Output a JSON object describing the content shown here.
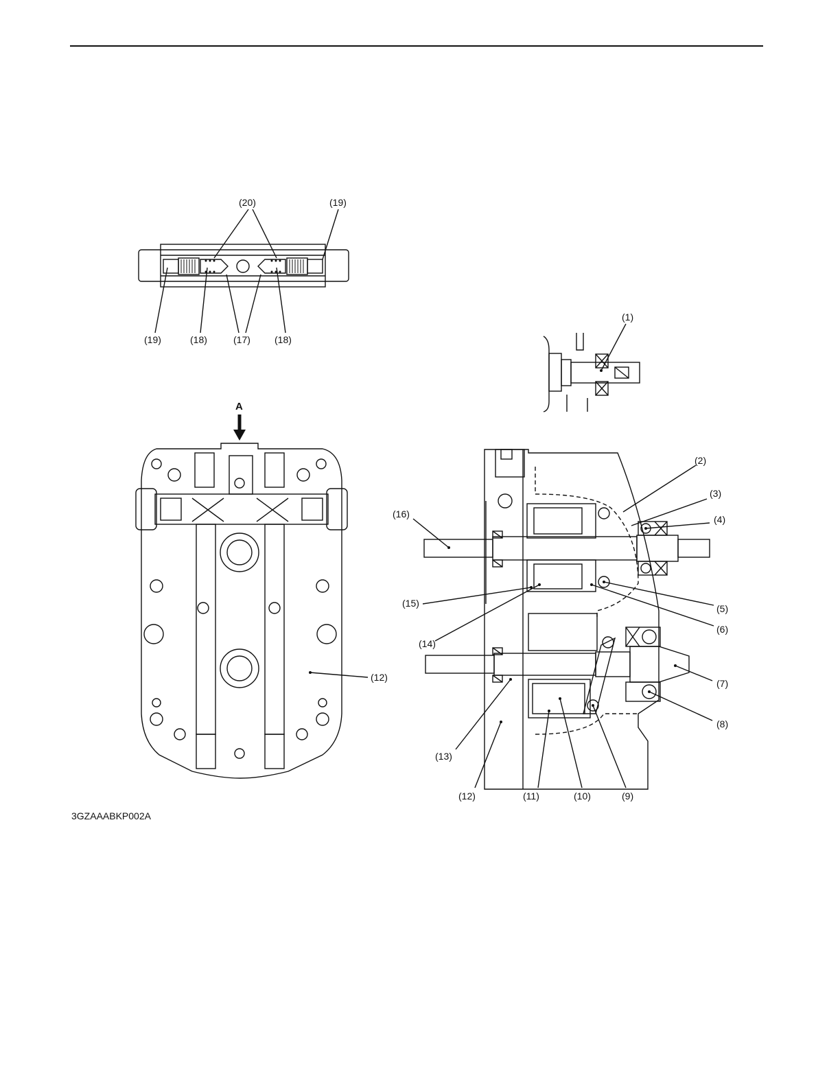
{
  "figure_code": "3GZAAABKP002A",
  "view_arrow": "A",
  "callouts": {
    "c1": "(1)",
    "c2": "(2)",
    "c3": "(3)",
    "c4": "(4)",
    "c5": "(5)",
    "c6": "(6)",
    "c7": "(7)",
    "c8": "(8)",
    "c9": "(9)",
    "c10": "(10)",
    "c11": "(11)",
    "c12a": "(12)",
    "c12b": "(12)",
    "c13": "(13)",
    "c14": "(14)",
    "c15": "(15)",
    "c16": "(16)",
    "c17": "(17)",
    "c18a": "(18)",
    "c18b": "(18)",
    "c19a": "(19)",
    "c19b": "(19)",
    "c20": "(20)"
  }
}
